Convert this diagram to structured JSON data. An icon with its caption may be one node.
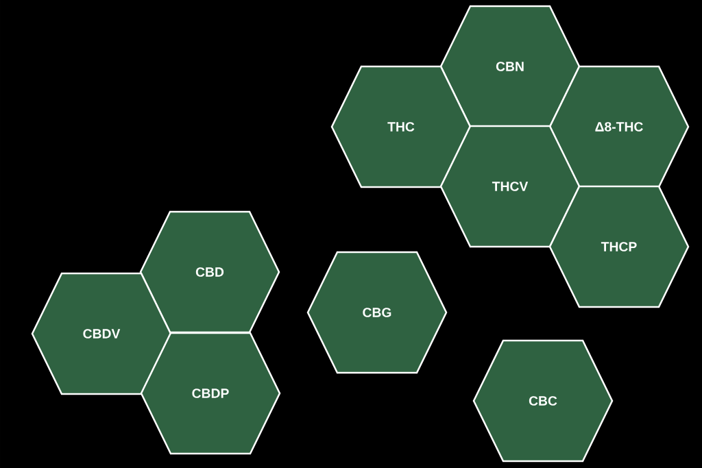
{
  "diagram": {
    "nodes": [
      {
        "text": [
          "CBN"
        ]
      },
      {
        "text": [
          "THC"
        ]
      },
      {
        "text": [
          "Δ8-THC"
        ]
      },
      {
        "text": [
          "THCV"
        ]
      },
      {
        "text": [
          "THCP"
        ]
      },
      {
        "text": [
          "CBD"
        ]
      },
      {
        "text": [
          "CBG"
        ]
      },
      {
        "text": [
          "CBDV"
        ]
      },
      {
        "text": [
          "CBDP"
        ]
      },
      {
        "text": [
          "CBC"
        ]
      }
    ]
  }
}
